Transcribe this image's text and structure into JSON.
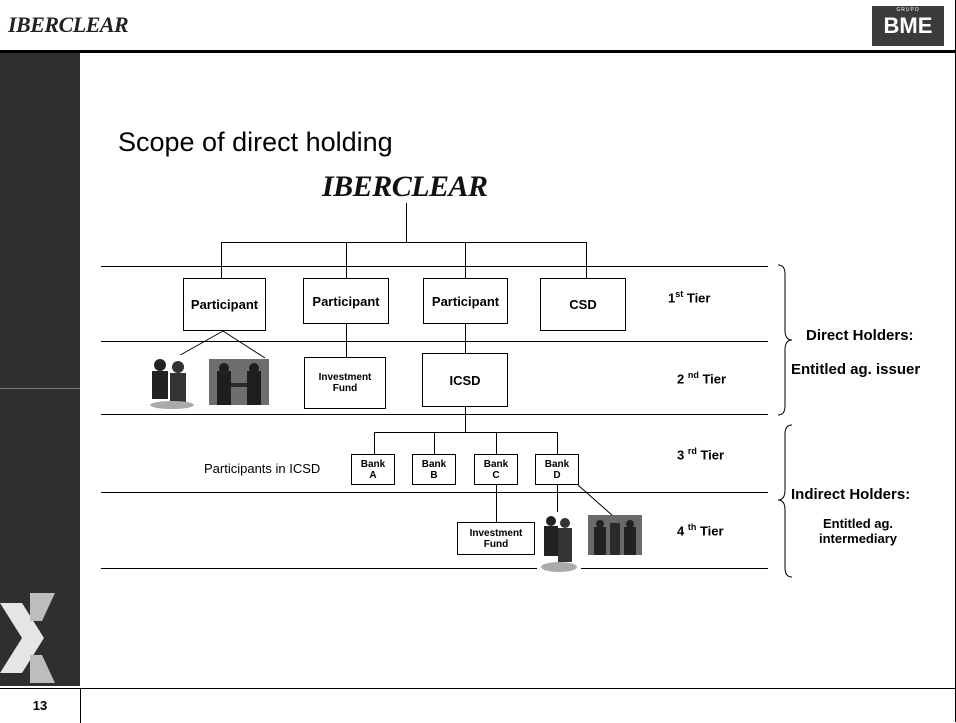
{
  "header": {
    "logo_text": "IBERCLEAR",
    "bme_logo_text": "BME",
    "bme_grupo_text": "GRUPO"
  },
  "slide": {
    "title": "Scope of direct holding",
    "center_logo_text": "IBERCLEAR",
    "page_number": "13"
  },
  "tiers": {
    "tier1": {
      "num": "1",
      "sup": "st",
      "label": " Tier"
    },
    "tier2": {
      "num": "2 ",
      "sup": "nd",
      "label": " Tier"
    },
    "tier3": {
      "num": "3 ",
      "sup": "rd",
      "label": " Tier"
    },
    "tier4": {
      "num": "4 ",
      "sup": "th",
      "label": " Tier"
    }
  },
  "boxes": {
    "participant_1": "Participant",
    "participant_2": "Participant",
    "participant_3": "Participant",
    "csd": "CSD",
    "investment_fund_1_line1": "Investment",
    "investment_fund_1_line2": "Fund",
    "icsd": "ICSD",
    "bank_a_line1": "Bank",
    "bank_a_line2": "A",
    "bank_b_line1": "Bank",
    "bank_b_line2": "B",
    "bank_c_line1": "Bank",
    "bank_c_line2": "C",
    "bank_d_line1": "Bank",
    "bank_d_line2": "D",
    "investment_fund_2_line1": "Investment",
    "investment_fund_2_line2": "Fund"
  },
  "labels": {
    "participants_in_icsd": "Participants in ICSD",
    "direct_holders": "Direct Holders:",
    "direct_entitled": "Entitled ag. issuer",
    "indirect_holders": "Indirect Holders:",
    "indirect_entitled_line1": "Entitled ag.",
    "indirect_entitled_line2": "intermediary"
  }
}
